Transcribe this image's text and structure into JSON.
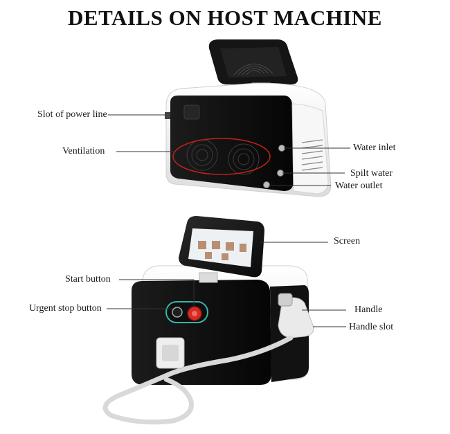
{
  "title": "DETAILS ON HOST MACHINE",
  "labels": {
    "slot_power_line": "Slot of power line",
    "ventilation": "Ventilation",
    "water_inlet": "Water inlet",
    "spilt_water": "Spilt water",
    "water_outlet": "Water outlet",
    "screen": "Screen",
    "start_button": "Start button",
    "urgent_stop_button": "Urgent stop button",
    "handle": "Handle",
    "handle_slot": "Handle slot"
  },
  "colors": {
    "body_black": "#0d0d0d",
    "shell_white": "#f3f3f3",
    "ventilation_highlight": "#c0201c",
    "start_button_red": "#d42a24",
    "stop_ring_teal": "#39b3a8"
  }
}
